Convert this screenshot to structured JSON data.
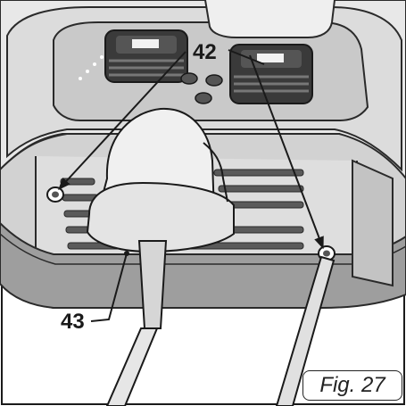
{
  "callouts": {
    "top": "42",
    "left": "43"
  },
  "figure": {
    "label": "Fig. 27"
  },
  "colors": {
    "line": "#2a2a2a",
    "shade_light": "#e6e6e6",
    "shade_mid": "#cfcfcf",
    "shade_dark": "#9a9a9a",
    "paper": "#ffffff"
  }
}
